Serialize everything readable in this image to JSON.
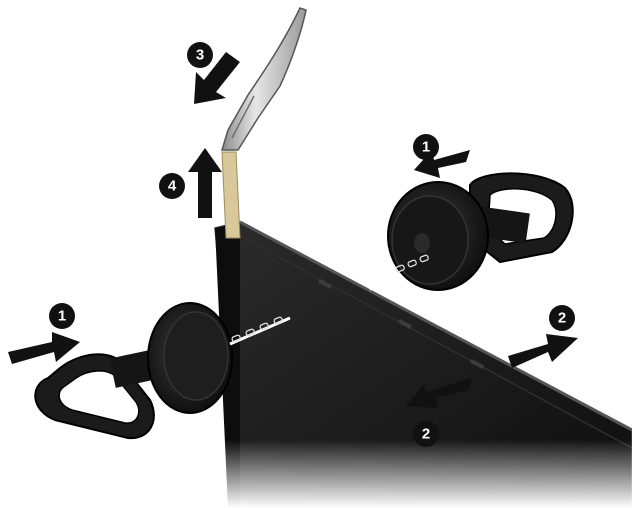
{
  "figure": {
    "type": "assembly-instruction-illustration",
    "callouts": [
      {
        "id": "callout-1-right",
        "number": "1",
        "icon": "arrow-left-icon"
      },
      {
        "id": "callout-1-left",
        "number": "1",
        "icon": "arrow-right-icon"
      },
      {
        "id": "callout-2-right",
        "number": "2",
        "icon": "arrow-up-right-icon"
      },
      {
        "id": "callout-2-bottom",
        "number": "2",
        "icon": "arrow-down-left-icon"
      },
      {
        "id": "callout-3",
        "number": "3",
        "icon": "arrow-down-left-icon"
      },
      {
        "id": "callout-4",
        "number": "4",
        "icon": "arrow-up-icon"
      }
    ],
    "colors": {
      "panel": "#1a1a1a",
      "panel_edge": "#3a3a3a",
      "callout_fill": "#111111",
      "strip": "#d8c89a",
      "tool_metal": "#c8c8c8"
    }
  }
}
